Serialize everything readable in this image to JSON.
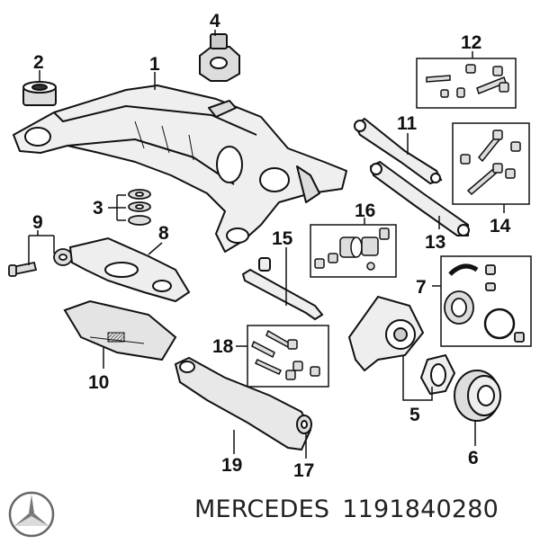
{
  "diagram": {
    "callouts": [
      "1",
      "2",
      "3",
      "4",
      "5",
      "6",
      "7",
      "8",
      "9",
      "10",
      "11",
      "12",
      "13",
      "14",
      "15",
      "16",
      "17",
      "18",
      "19"
    ]
  },
  "footer": {
    "brand": "MERCEDES",
    "part_number": "1191840280",
    "logo_icon": "mercedes-star-icon"
  },
  "colors": {
    "ink": "#111111",
    "part_fill": "#e8e8e8",
    "background": "#ffffff"
  }
}
